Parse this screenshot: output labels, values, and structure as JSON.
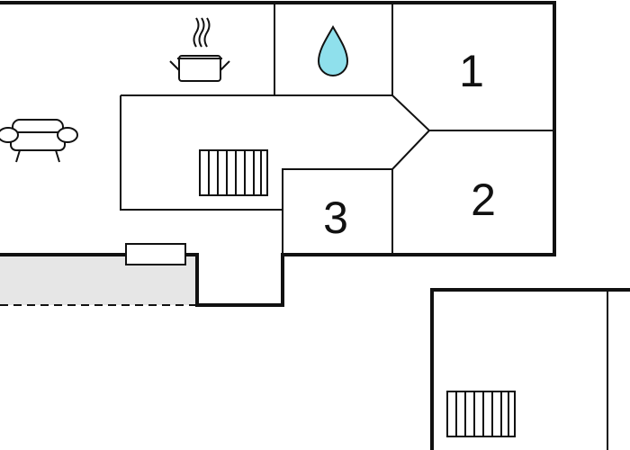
{
  "rooms": {
    "bedroom_1": {
      "label": "1"
    },
    "bedroom_2": {
      "label": "2"
    },
    "bedroom_3": {
      "label": "3"
    }
  },
  "icons": {
    "kitchen": "cooking-pot-icon",
    "bathroom": "water-drop-icon",
    "living": "sofa-icon",
    "stairs": "staircase-icon",
    "radiator": "radiator-icon"
  },
  "colors": {
    "wall": "#111111",
    "water_drop": "#8fe0ec",
    "terrace": "#e6e6e6",
    "background": "#ffffff"
  }
}
